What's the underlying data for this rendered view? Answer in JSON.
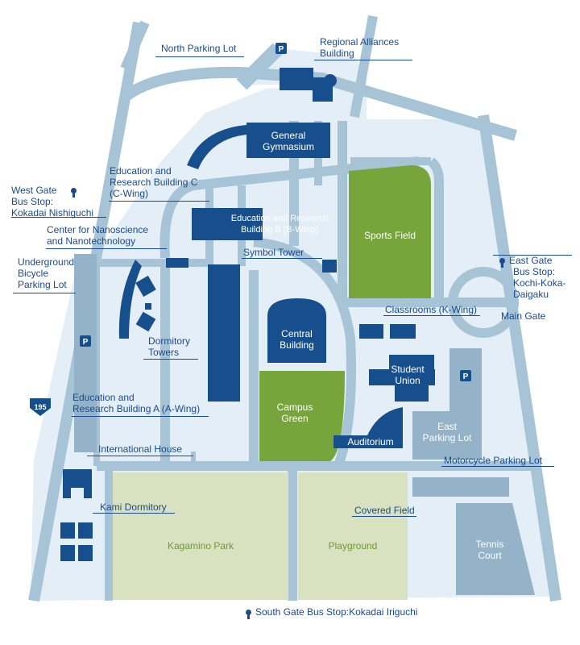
{
  "colors": {
    "campus": "#e3eef7",
    "road": "#a7c3d6",
    "building": "#164f8c",
    "green": "#78a43c",
    "park": "#d8e2c0",
    "label": "#1b4b8a"
  },
  "icons": {
    "parking": "P",
    "route": "195",
    "bus_stop": "bus-stop-pin-icon"
  },
  "labels": {
    "north_parking": "North Parking Lot",
    "regional_alliances": [
      "Regional Alliances",
      "Building"
    ],
    "general_gym": [
      "General",
      "Gymnasium"
    ],
    "edu_c": [
      "Education and",
      "Research Building C",
      "(C-Wing)"
    ],
    "edu_b": [
      "Education and Research",
      "Building B (B-Wing)"
    ],
    "west_gate": [
      "West Gate",
      "Bus Stop:",
      "Kokadai Nishiguchi"
    ],
    "nano": [
      "Center for Nanoscience",
      "and Nanotechnology"
    ],
    "symbol_tower": "Symbol Tower",
    "sports_field": "Sports Field",
    "underground_bike": [
      "Underground",
      "Bicycle",
      "Parking Lot"
    ],
    "east_gate": [
      "East Gate",
      "Bus Stop:",
      "Kochi-Koka-",
      "Daigaku"
    ],
    "classrooms": "Classrooms (K-Wing)",
    "main_gate": "Main Gate",
    "central": [
      "Central",
      "Building"
    ],
    "dormitory": [
      "Dormitory",
      "Towers"
    ],
    "student_union": [
      "Student",
      "Union"
    ],
    "campus_green": [
      "Campus",
      "Green"
    ],
    "edu_a": [
      "Education and",
      "Research Building A (A-Wing)"
    ],
    "east_parking": [
      "East",
      "Parking Lot"
    ],
    "auditorium": "Auditorium",
    "international_house": "International House",
    "motorcycle": "Motorcycle Parking Lot",
    "kami_dorm": "Kami Dormitory",
    "covered_field": "Covered Field",
    "kagamino_park": "Kagamino Park",
    "playground": "Playground",
    "tennis": [
      "Tennis",
      "Court"
    ],
    "south_gate": "South Gate Bus Stop:Kokadai Iriguchi"
  }
}
